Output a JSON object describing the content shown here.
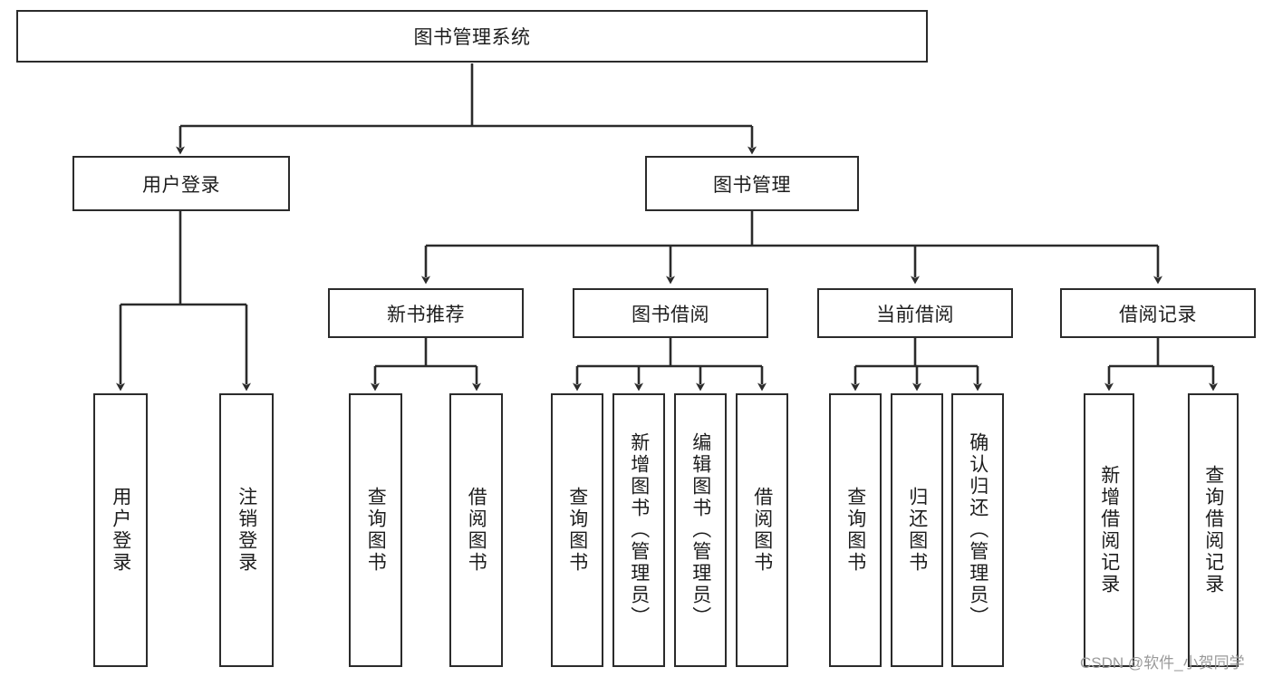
{
  "diagram": {
    "title_node": {
      "label": "图书管理系统"
    },
    "level2": [
      {
        "id": "user-login",
        "label": "用户登录"
      },
      {
        "id": "book-management",
        "label": "图书管理"
      }
    ],
    "level3": [
      {
        "id": "new-book-recommend",
        "label": "新书推荐"
      },
      {
        "id": "book-borrow",
        "label": "图书借阅"
      },
      {
        "id": "current-borrow",
        "label": "当前借阅"
      },
      {
        "id": "borrow-record",
        "label": "借阅记录"
      }
    ],
    "leaves": [
      {
        "id": "leaf-user-login",
        "label": "用户登录"
      },
      {
        "id": "leaf-logout-login",
        "label": "注销登录"
      },
      {
        "id": "leaf-query-book-1",
        "label": "查询图书"
      },
      {
        "id": "leaf-borrow-book-1",
        "label": "借阅图书"
      },
      {
        "id": "leaf-query-book-2",
        "label": "查询图书"
      },
      {
        "id": "leaf-add-book-admin",
        "label": "新增图书（管理员）"
      },
      {
        "id": "leaf-edit-book-admin",
        "label": "编辑图书（管理员）"
      },
      {
        "id": "leaf-borrow-book-2",
        "label": "借阅图书"
      },
      {
        "id": "leaf-query-book-3",
        "label": "查询图书"
      },
      {
        "id": "leaf-return-book",
        "label": "归还图书"
      },
      {
        "id": "leaf-confirm-return-admin",
        "label": "确认归还（管理员）"
      },
      {
        "id": "leaf-add-borrow-record",
        "label": "新增借阅记录"
      },
      {
        "id": "leaf-query-borrow-record",
        "label": "查询借阅记录"
      }
    ],
    "watermark": "CSDN @软件_小贺同学",
    "colors": {
      "stroke": "#2b2b2b",
      "text": "#1d1d1d",
      "background": "#ffffff",
      "watermark": "#9a9a9a"
    }
  }
}
